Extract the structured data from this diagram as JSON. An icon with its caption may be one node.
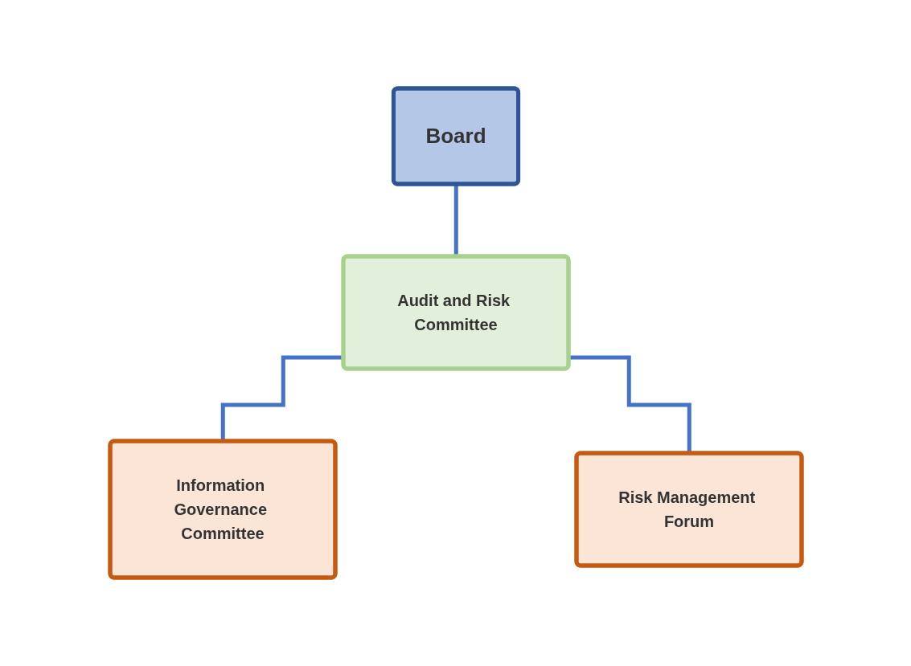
{
  "diagram": {
    "nodes": [
      {
        "text": [
          "Board"
        ]
      },
      {
        "text": [
          "Audit and Risk Committee"
        ]
      },
      {
        "text": [
          "Information Governance Committee"
        ]
      },
      {
        "text": [
          "Risk Management Forum"
        ]
      }
    ],
    "edges": [
      {
        "from": 0,
        "to": 1,
        "arrow": "none"
      },
      {
        "from": 1,
        "to": 2,
        "arrow": "none"
      },
      {
        "from": 1,
        "to": 3,
        "arrow": "none"
      }
    ]
  }
}
